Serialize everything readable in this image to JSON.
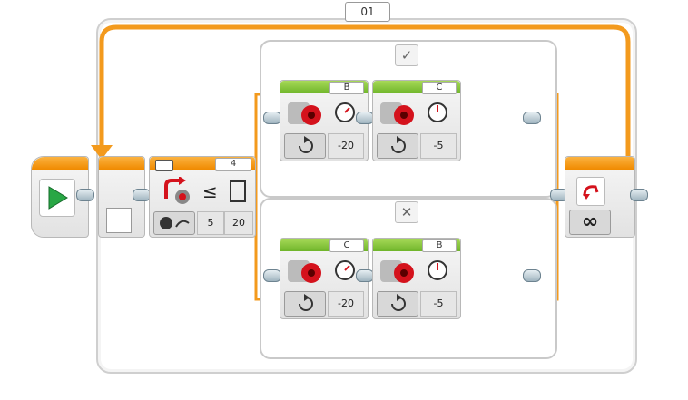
{
  "loop": {
    "label": "01",
    "mode_icon": "infinity-icon",
    "mode_symbol": "∞"
  },
  "switch": {
    "top_case_symbol": "✓",
    "bottom_case_symbol": "✕",
    "sensor": {
      "port": "4",
      "compare_symbol": "≤",
      "value_a": "5",
      "value_b": "20"
    }
  },
  "motors": [
    {
      "port": "B",
      "power": "-20"
    },
    {
      "port": "C",
      "power": "-5"
    },
    {
      "port": "C",
      "power": "-20"
    },
    {
      "port": "B",
      "power": "-5"
    }
  ],
  "colors": {
    "orange": "#f08a00",
    "green": "#6fb52a",
    "red": "#d4121c",
    "frame": "#cfcfcf"
  }
}
